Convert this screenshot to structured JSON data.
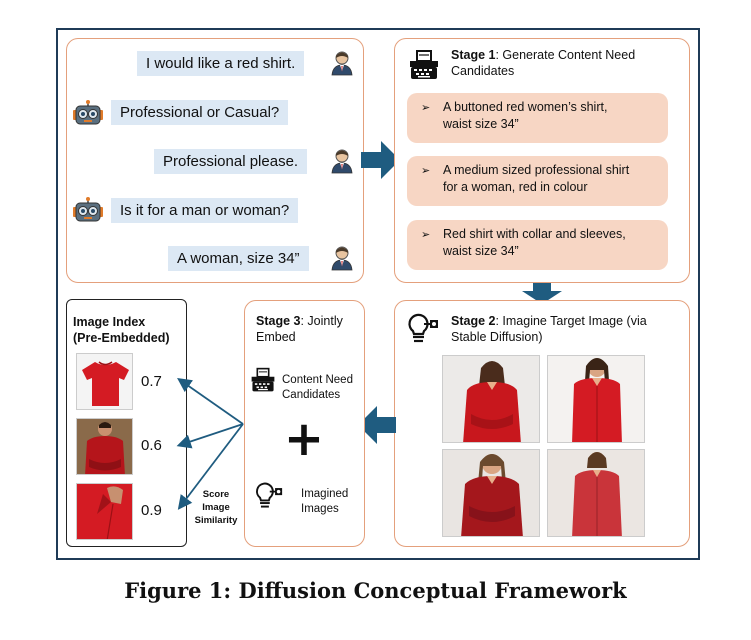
{
  "chat": {
    "messages": [
      {
        "role": "user",
        "text": "I would like a red shirt."
      },
      {
        "role": "bot",
        "text": "Professional or Casual?"
      },
      {
        "role": "user",
        "text": "Professional please."
      },
      {
        "role": "bot",
        "text": "Is it for a man or woman?"
      },
      {
        "role": "user",
        "text": "A woman, size 34”"
      }
    ]
  },
  "stage1": {
    "label": "Stage 1",
    "desc": ": Generate Content Need",
    "desc2": "Candidates",
    "candidates": [
      {
        "line1": "A buttoned red women’s shirt,",
        "line2": "waist size 34”"
      },
      {
        "line1": "A medium sized professional shirt",
        "line2": "for a woman, red in colour"
      },
      {
        "line1": "Red shirt with collar and sleeves,",
        "line2": "waist size 34”"
      }
    ]
  },
  "stage2": {
    "label": "Stage 2",
    "desc": ": Imagine Target Image (via",
    "desc2": "Stable Diffusion)"
  },
  "stage3": {
    "label": "Stage 3",
    "desc": ": Jointly",
    "desc2": "Embed",
    "content_line1": "Content Need",
    "content_line2": "Candidates",
    "plus": "+",
    "imagined_line1": "Imagined",
    "imagined_line2": "Images"
  },
  "index": {
    "title1": "Image Index",
    "title2": "(Pre-Embedded)",
    "scores": [
      "0.7",
      "0.6",
      "0.9"
    ],
    "score_label1": "Score",
    "score_label2": "Image",
    "score_label3": "Similarity"
  },
  "caption": "Figure 1: Diffusion Conceptual Framework",
  "colors": {
    "frame": "#1f3b57",
    "panel_border": "#e4a07c",
    "bubble": "#dce8f4",
    "candidate": "#f7d6c4",
    "arrow": "#1f5c80",
    "shirt_red": "#c8171d"
  }
}
